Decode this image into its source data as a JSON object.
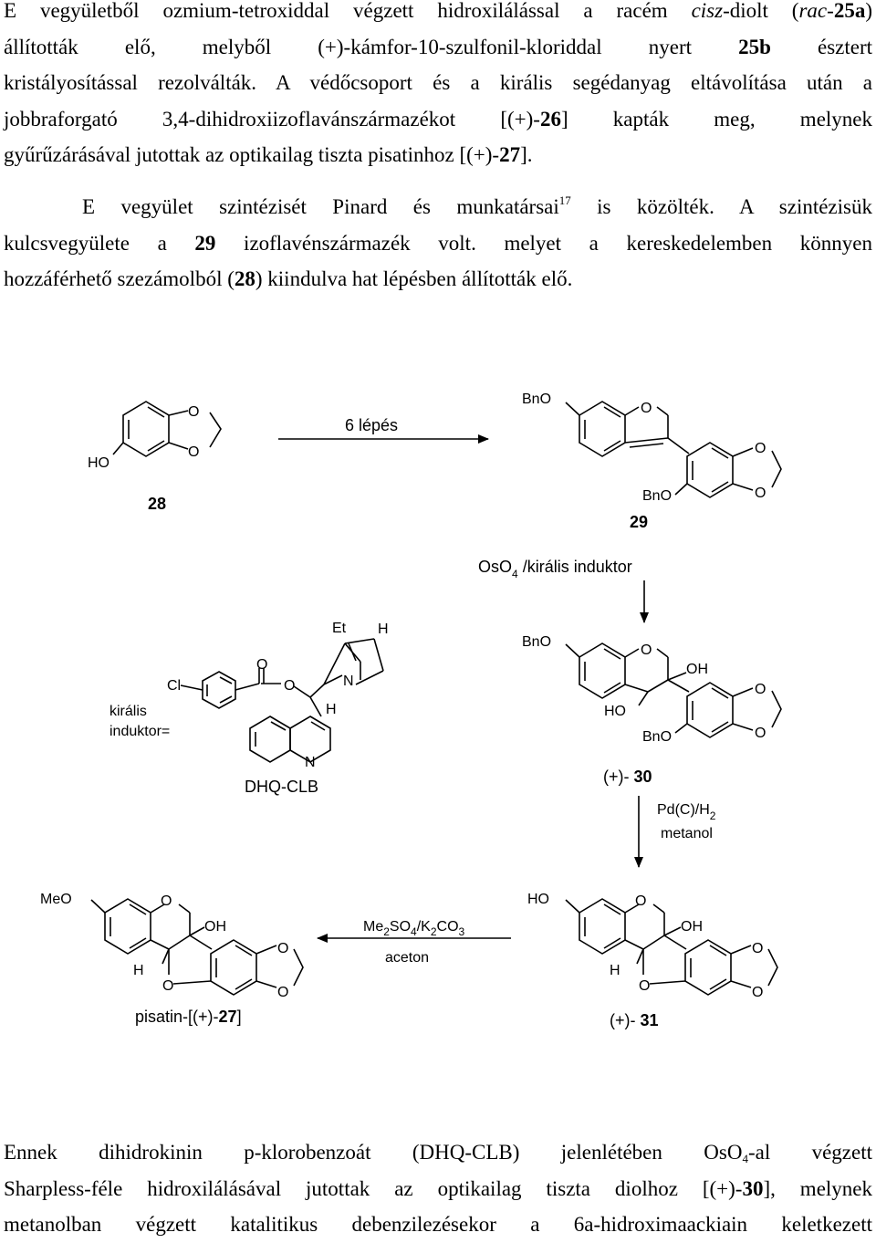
{
  "paragraph1": {
    "line1": [
      "E vegyületből ozmium-tetroxiddal végzett hidroxilálással a racém ",
      "cisz",
      "-diolt (",
      "rac",
      "-",
      "25a",
      ")"
    ],
    "line2": [
      "állították elő, melyből (+)-kámfor-10-szulfonil-kloriddal nyert ",
      "25b",
      " észtert"
    ],
    "line3": "kristályosítással rezolválták. A védőcsoport és a királis segédanyag eltávolítása után a",
    "line4": [
      "jobbraforgató 3,4-dihidroxiizoflavánszármazékot [(+)-",
      "26",
      "] kapták meg, melynek"
    ],
    "line5": [
      "gyűrűzárásával jutottak az optikailag tiszta pisatinhoz [(+)-",
      "27",
      "]."
    ]
  },
  "paragraph2": {
    "line1": [
      "E vegyület szintézisét Pinard és munkatársai",
      "17",
      " is közölték. A szintézisük"
    ],
    "line2": [
      "kulcsvegyülete a ",
      "29",
      " izoflavénszármazék volt. melyet a kereskedelemben könnyen"
    ],
    "line3": [
      "hozzáférhető szezámolból (",
      "28",
      ") kiindulva hat lépésben állították elő."
    ]
  },
  "scheme": {
    "atoms": {
      "HO": "HO",
      "O": "O",
      "BnO": "BnO",
      "OH": "OH",
      "H": "H",
      "N": "N",
      "Cl": "Cl",
      "Et": "Et",
      "MeO": "MeO"
    },
    "step1": "6 lépés",
    "compound28": "28",
    "compound29": "29",
    "reagent_oso4": [
      "OsO",
      "4",
      " /királis induktor"
    ],
    "inductor_label": [
      "királis",
      "induktor="
    ],
    "dhqclb": "DHQ-CLB",
    "compound30": [
      "(+)- ",
      "30"
    ],
    "reagent_pd": [
      "Pd(C)/H",
      "2"
    ],
    "reagent_methanol": "metanol",
    "reagent_me2so4": [
      "Me",
      "2",
      "SO",
      "4",
      "/K",
      "2",
      "CO",
      "3"
    ],
    "reagent_acetone": "aceton",
    "pisatin": [
      "pisatin-[(+)-",
      "27",
      "]"
    ],
    "compound31": [
      "(+)- ",
      "31"
    ]
  },
  "paragraph3": {
    "line1": [
      "Ennek dihidrokinin p-klorobenzoát (DHQ-CLB) jelenlétében OsO",
      "4",
      "-al végzett"
    ],
    "line2": [
      "Sharpless-féle hidroxilálásával jutottak az optikailag tiszta diolhoz [(+)-",
      "30",
      "], melynek"
    ],
    "line3": "metanolban végzett katalitikus debenzilezésekor a 6a-hidroximaackiain keletkezett"
  }
}
